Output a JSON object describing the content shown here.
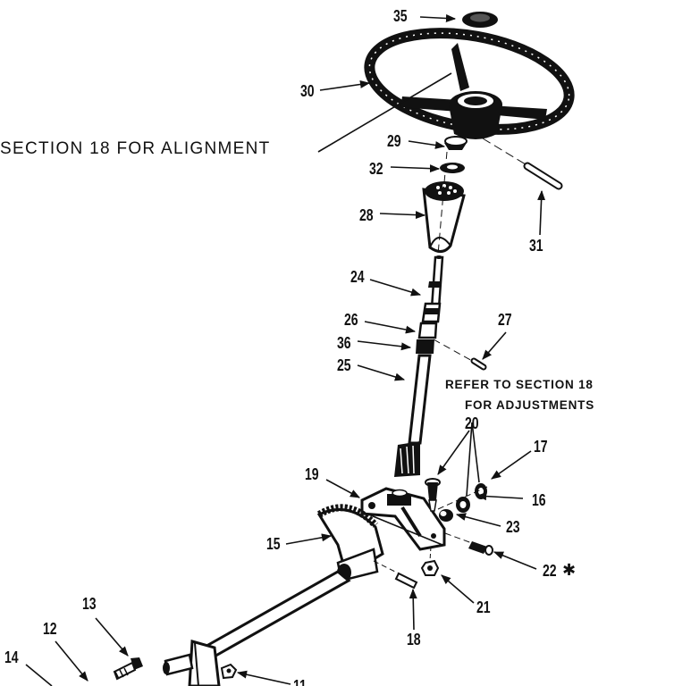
{
  "notes": {
    "alignment": "SECTION 18 FOR ALIGNMENT",
    "adjust_line1": "REFER TO SECTION 18",
    "adjust_line2": "FOR ADJUSTMENTS",
    "asterisk": "✱"
  },
  "callouts": {
    "c35": "35",
    "c30": "30",
    "c29": "29",
    "c32": "32",
    "c28": "28",
    "c31": "31",
    "c24": "24",
    "c26": "26",
    "c36": "36",
    "c25": "25",
    "c27": "27",
    "c20": "20",
    "c17": "17",
    "c19": "19",
    "c16": "16",
    "c23": "23",
    "c15": "15",
    "c22": "22",
    "c21": "21",
    "c18": "18",
    "c13": "13",
    "c12": "12",
    "c14": "14",
    "c11": "11"
  }
}
